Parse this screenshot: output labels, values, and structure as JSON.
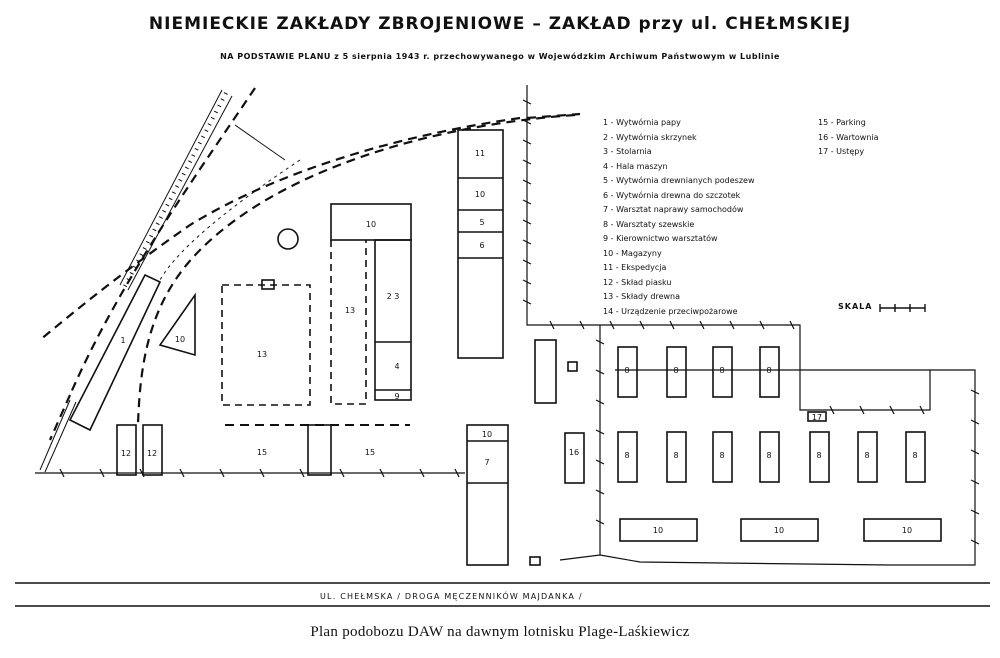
{
  "title": "NIEMIECKIE ZAKŁADY ZBROJENIOWE – ZAKŁAD przy ul. CHEŁMSKIEJ",
  "subtitle": "NA PODSTAWIE PLANU z 5 sierpnia 1943 r. przechowywanego w Wojewódzkim Archiwum Państwowym w Lublinie",
  "legend_left": [
    {
      "text": "1 - Wytwórnia papy"
    },
    {
      "text": "2 - Wytwórnia skrzynek"
    },
    {
      "text": "3 - Stolarnia"
    },
    {
      "text": "4 - Hala maszyn"
    },
    {
      "text": "5 - Wytwórnia drewnianych podeszew"
    },
    {
      "text": "6 - Wytwórnia drewna do szczotek"
    },
    {
      "text": "7 - Warsztat naprawy samochodów"
    },
    {
      "text": "8 - Warsztaty szewskie"
    },
    {
      "text": "9 - Kierownictwo warsztatów"
    },
    {
      "text": "10 - Magazyny"
    },
    {
      "text": "11 - Ekspedycja"
    },
    {
      "text": "12 - Skład piasku"
    },
    {
      "text": "13 - Składy drewna"
    },
    {
      "text": "14 - Urządzenie przeciwpożarowe"
    }
  ],
  "legend_right": [
    {
      "text": "15 - Parking"
    },
    {
      "text": "16 - Wartownia"
    },
    {
      "text": "17 - Ustępy"
    }
  ],
  "scale_label": "SKALA",
  "street_label": "UL. CHEŁMSKA / DROGA MĘCZENNIKÓW MAJDANKA /",
  "caption": "Plan podobozu DAW na dawnym lotnisku Plage-Laśkiewicz",
  "labels": {
    "b1": "1",
    "b10a": "10",
    "b10b": "10",
    "b10c": "10",
    "b10d": "10",
    "b10e": "10",
    "b10f": "10",
    "b10g": "10",
    "b11": "11",
    "b5": "5",
    "b6": "6",
    "b23": "2 3",
    "b4": "4",
    "b9": "9",
    "b13a": "13",
    "b13b": "13",
    "b15a": "15",
    "b15b": "15",
    "b12a": "12",
    "b12b": "12",
    "b7": "7",
    "b16": "16",
    "b17": "17",
    "b8": "8"
  }
}
